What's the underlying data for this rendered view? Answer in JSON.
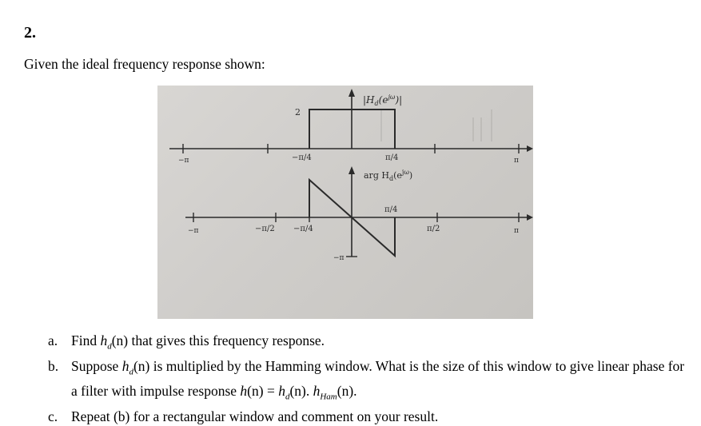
{
  "question_number": "2.",
  "intro": "Given the ideal frequency response shown:",
  "figure": {
    "magnitude_label": "|H",
    "magnitude_label_sub": "d",
    "magnitude_label_tail": "(e",
    "magnitude_label_sup": "jω",
    "magnitude_label_end": ")|",
    "phase_label": "arg H",
    "phase_label_sub": "d",
    "phase_label_tail": "(e",
    "phase_label_sup": "jω",
    "phase_label_end": ")",
    "mag_height_label": "2",
    "mag_tick_left": "−π/4",
    "mag_tick_right": "π/4",
    "mag_axis_left": "−π",
    "mag_axis_right": "π",
    "phase_value_top": "π/4",
    "phase_tick_neg_half": "−π/2",
    "phase_tick_neg_quarter": "−π/4",
    "phase_tick_pos_half": "π/2",
    "phase_value_bottom": "−π",
    "phase_axis_left": "−π",
    "phase_axis_right": "π"
  },
  "questions": [
    {
      "label": "a.",
      "p1": "Find ",
      "h": "h",
      "sub": "d",
      "p2": "(n) that gives this frequency response."
    },
    {
      "label": "b.",
      "p1": "Suppose ",
      "h": "h",
      "sub": "d",
      "p2": "(n) is multiplied by the Hamming window. What is the size of this window to give linear phase for a filter with impulse response ",
      "eq_h": "h",
      "eq_n": "(n)",
      "eq_eq": " = ",
      "eq_hd": "h",
      "eq_hd_sub": "d",
      "eq_mid": "(n). ",
      "eq_hham": "h",
      "eq_hham_sub": "Ham",
      "eq_end": "(n)."
    },
    {
      "label": "c.",
      "text": "Repeat (b) for a rectangular window and comment on your result."
    }
  ]
}
